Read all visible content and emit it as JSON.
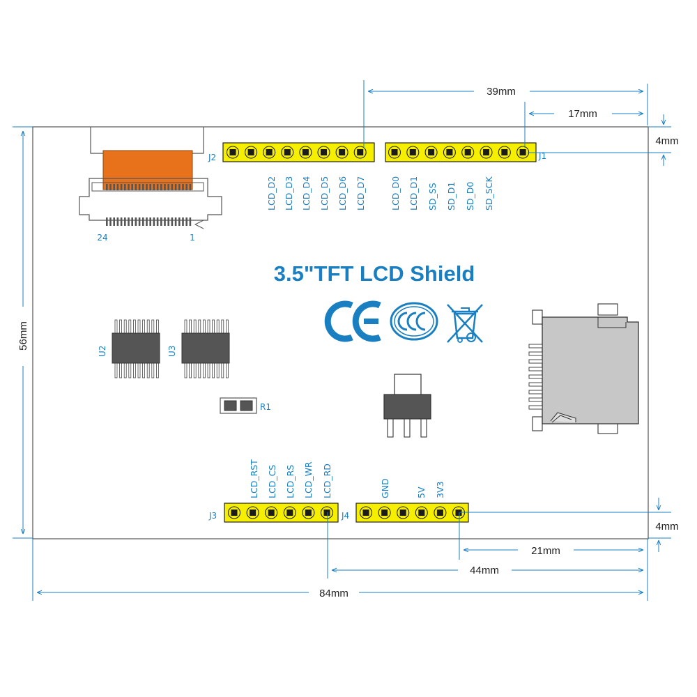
{
  "title": "3.5\"TFT LCD Shield",
  "dimensions": {
    "d39": "39mm",
    "d17": "17mm",
    "d4_top": "4mm",
    "d56": "56mm",
    "d4_bottom": "4mm",
    "d21": "21mm",
    "d44": "44mm",
    "d84": "84mm"
  },
  "connectors": {
    "j1": {
      "ref": "J1",
      "pins": 8,
      "labels": [
        "LCD_D0",
        "LCD_D1",
        "SD_SS",
        "SD_D1",
        "SD_D0",
        "SD_SCK"
      ]
    },
    "j2": {
      "ref": "J2",
      "pins": 8,
      "labels": [
        "LCD_D2",
        "LCD_D3",
        "LCD_D4",
        "LCD_D5",
        "LCD_D6",
        "LCD_D7"
      ]
    },
    "j3": {
      "ref": "J3",
      "pins": 6,
      "labels": [
        "LCD_RST",
        "LCD_CS",
        "LCD_RS",
        "LCD_WR",
        "LCD_RD"
      ]
    },
    "j4": {
      "ref": "J4",
      "pins": 6,
      "labels": [
        "GND",
        "5V",
        "3V3"
      ]
    }
  },
  "fpc": {
    "pin_start": "24",
    "pin_end": "1"
  },
  "components": {
    "u2": "U2",
    "u3": "U3",
    "r1": "R1"
  },
  "colors": {
    "accent": "#1a7fc1",
    "pin_header": "#f7ef00",
    "chip": "#555555",
    "fpc_tape": "#e8711b",
    "sd_card": "#c7c7c7"
  },
  "icons": [
    "ce-mark-icon",
    "ccc-mark-icon",
    "weee-bin-icon"
  ]
}
